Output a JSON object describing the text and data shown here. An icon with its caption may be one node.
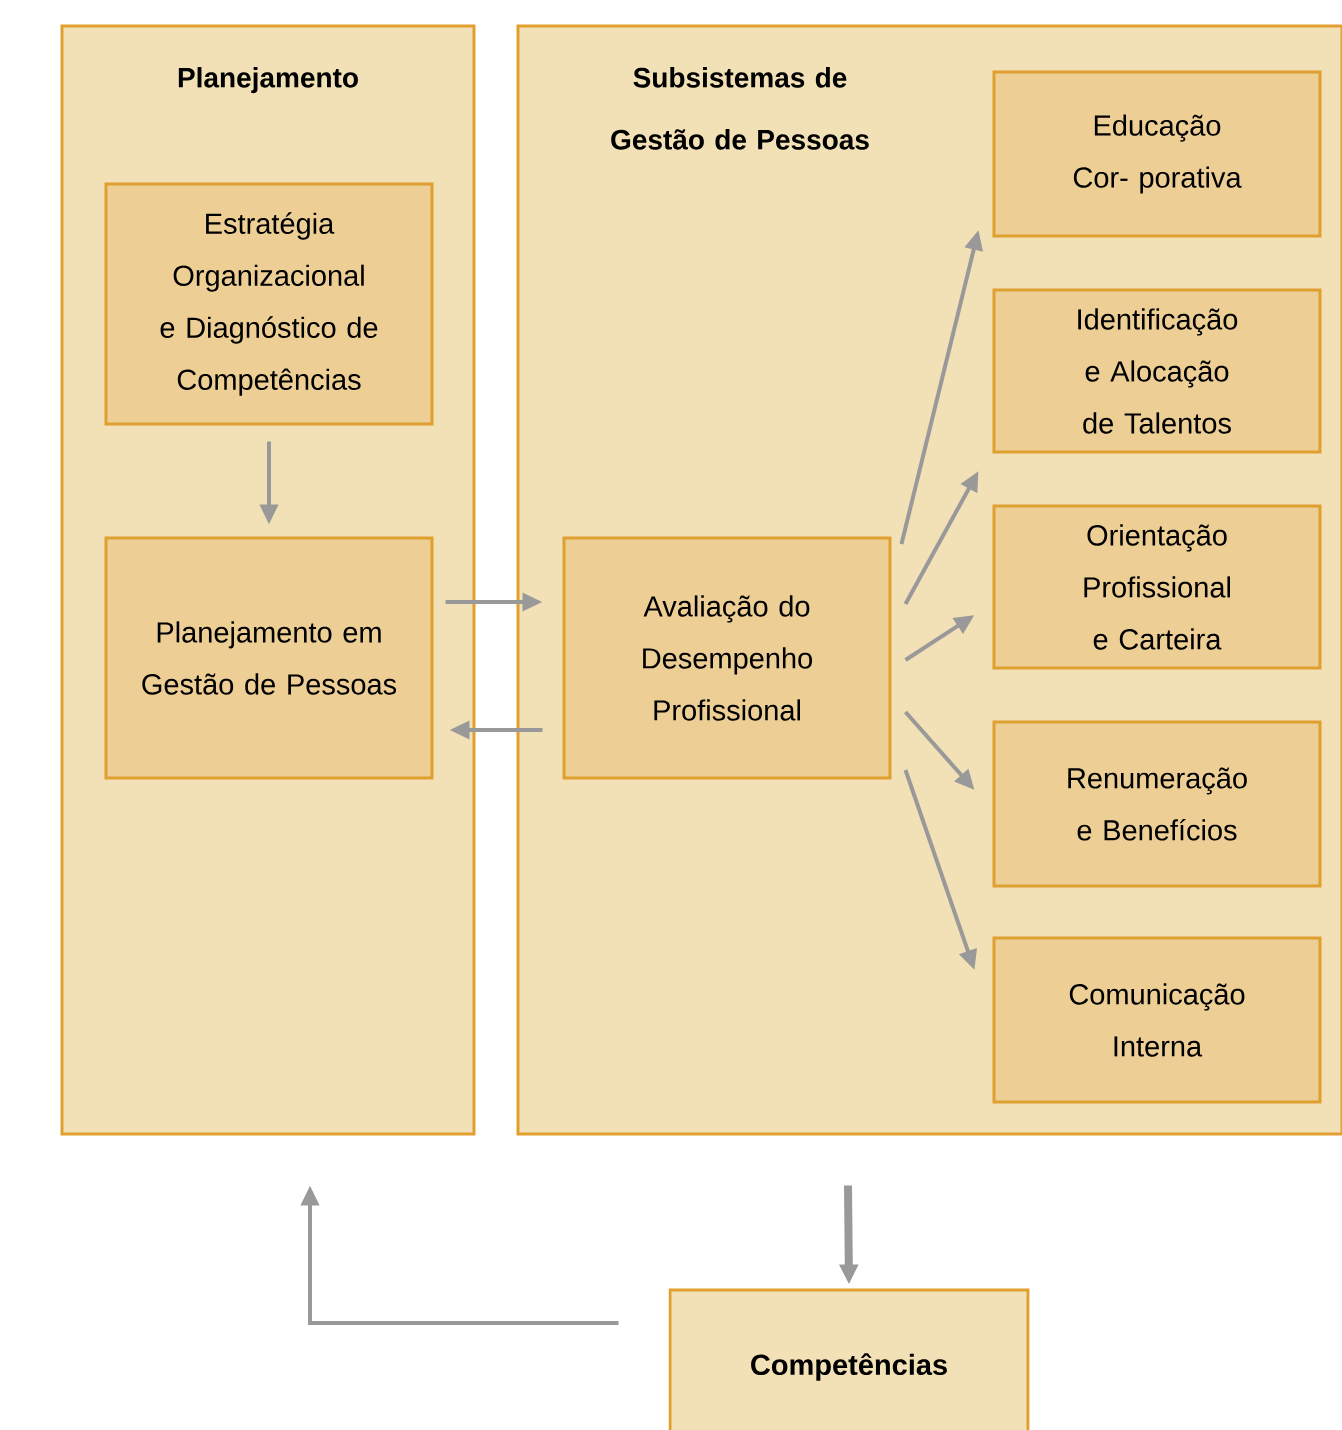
{
  "diagram": {
    "nodes": [
      {
        "text": [
          "Planejamento"
        ]
      },
      {
        "text": [
          "Estratégia Organizacional e Diagnóstico de Competências"
        ],
        "in": 0
      },
      {
        "text": [
          "Planejamento em Gestão de Pessoas"
        ],
        "in": 0
      },
      {
        "text": [
          "Subsistemas de Gestão de Pessoas"
        ]
      },
      {
        "text": [
          "Avaliação do Desempenho Profissional"
        ],
        "in": 3
      },
      {
        "text": [
          "Educação Cor- porativa"
        ],
        "in": 3
      },
      {
        "text": [
          "Identificação e Alocação de Talentos"
        ],
        "in": 3
      },
      {
        "text": [
          "Orientação Profissional e Carteira"
        ],
        "in": 3
      },
      {
        "text": [
          "Renumeração e Benefícios"
        ],
        "in": 3
      },
      {
        "text": [
          "Comunicação Interna"
        ],
        "in": 3
      },
      {
        "text": [
          "Competências"
        ]
      }
    ],
    "edges": [
      {
        "from": 1,
        "to": 2,
        "arrow": "to"
      },
      {
        "from": 2,
        "to": 4,
        "arrow": "to"
      },
      {
        "from": 4,
        "to": 2,
        "arrow": "to"
      },
      {
        "from": 4,
        "to": 5,
        "arrow": "to"
      },
      {
        "from": 4,
        "to": 6,
        "arrow": "to"
      },
      {
        "from": 4,
        "to": 7,
        "arrow": "to"
      },
      {
        "from": 4,
        "to": 8,
        "arrow": "to"
      },
      {
        "from": 4,
        "to": 9,
        "arrow": "to"
      },
      {
        "from": 3,
        "to": 10,
        "arrow": "to",
        "style": "thick"
      },
      {
        "from": 10,
        "to": 0,
        "arrow": "to"
      }
    ]
  }
}
